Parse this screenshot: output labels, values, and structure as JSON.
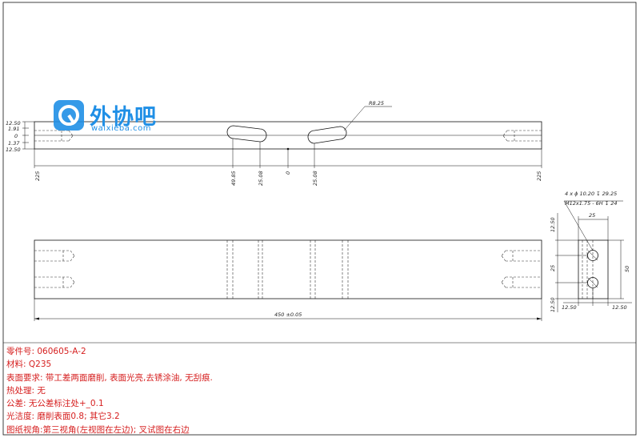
{
  "watermark": {
    "name": "外协吧",
    "url": "waixieba.com"
  },
  "top_view": {
    "left_dims": [
      "12.50",
      "1.91",
      "0",
      "1.37",
      "12.50"
    ],
    "bottom_dims": [
      "225",
      "49.85",
      "25.08",
      "0",
      "25.08",
      "225"
    ],
    "slot_radius": "R8.25"
  },
  "front_view": {
    "overall_length": "450 ±0.05"
  },
  "side_view": {
    "hole_note_line1": "4 x ϕ  10.20 ↧ 29.25",
    "hole_note_line2": "M12x1.75 - 6H ↧ 24",
    "width_top": "25",
    "height_right": "50",
    "left_top": "12.50",
    "left_mid": "25",
    "left_bottom": "12.50",
    "bottom_left": "12.50",
    "bottom_right": "12.50"
  },
  "notes": [
    "零件号: 060605-A-2",
    "材料: Q235",
    "表面要求: 带工差两面磨削, 表面光亮,去锈涂油, 无刮痕.",
    "热处理: 无",
    "公差: 无公差标注处+_0.1",
    "光洁度: 磨削表面0.8; 其它3.2",
    "图纸视角:第三视角(左视图在左边); 叉试图在右边"
  ]
}
